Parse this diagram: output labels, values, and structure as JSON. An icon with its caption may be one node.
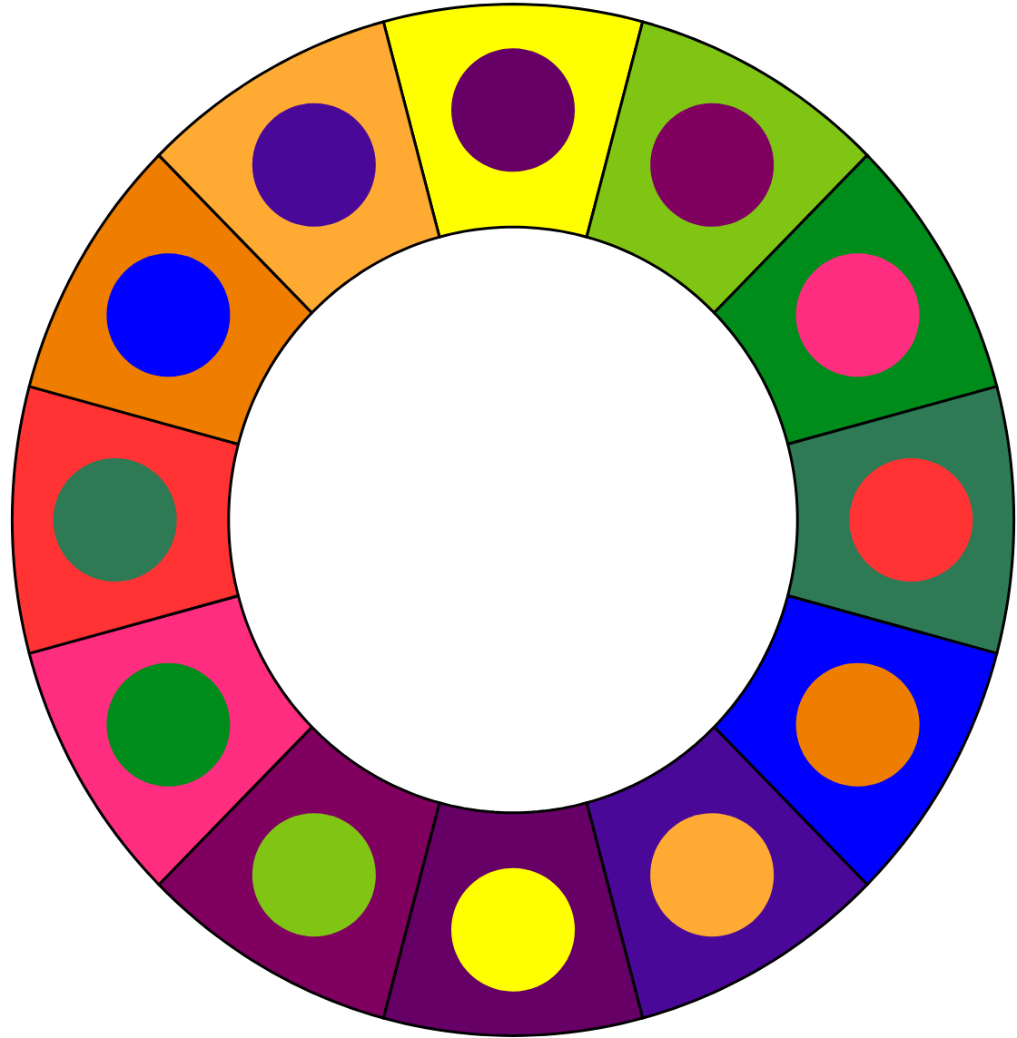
{
  "diagram": {
    "nodes": [
      {
        "text": [],
        "shape": "wedge"
      },
      {
        "text": [],
        "shape": "circle",
        "in": 0
      },
      {
        "text": [],
        "shape": "wedge"
      },
      {
        "text": [],
        "shape": "circle",
        "in": 2
      },
      {
        "text": [],
        "shape": "wedge"
      },
      {
        "text": [],
        "shape": "circle",
        "in": 4
      },
      {
        "text": [],
        "shape": "wedge"
      },
      {
        "text": [],
        "shape": "circle",
        "in": 6
      },
      {
        "text": [],
        "shape": "wedge"
      },
      {
        "text": [],
        "shape": "circle",
        "in": 8
      },
      {
        "text": [],
        "shape": "wedge"
      },
      {
        "text": [],
        "shape": "circle",
        "in": 10
      },
      {
        "text": [],
        "shape": "wedge"
      },
      {
        "text": [],
        "shape": "circle",
        "in": 12
      },
      {
        "text": [],
        "shape": "wedge"
      },
      {
        "text": [],
        "shape": "circle",
        "in": 14
      },
      {
        "text": [],
        "shape": "wedge"
      },
      {
        "text": [],
        "shape": "circle",
        "in": 16
      },
      {
        "text": [],
        "shape": "wedge"
      },
      {
        "text": [],
        "shape": "circle",
        "in": 18
      },
      {
        "text": [],
        "shape": "wedge"
      },
      {
        "text": [],
        "shape": "circle",
        "in": 20
      },
      {
        "text": [],
        "shape": "wedge"
      },
      {
        "text": [],
        "shape": "circle",
        "in": 22
      }
    ]
  }
}
